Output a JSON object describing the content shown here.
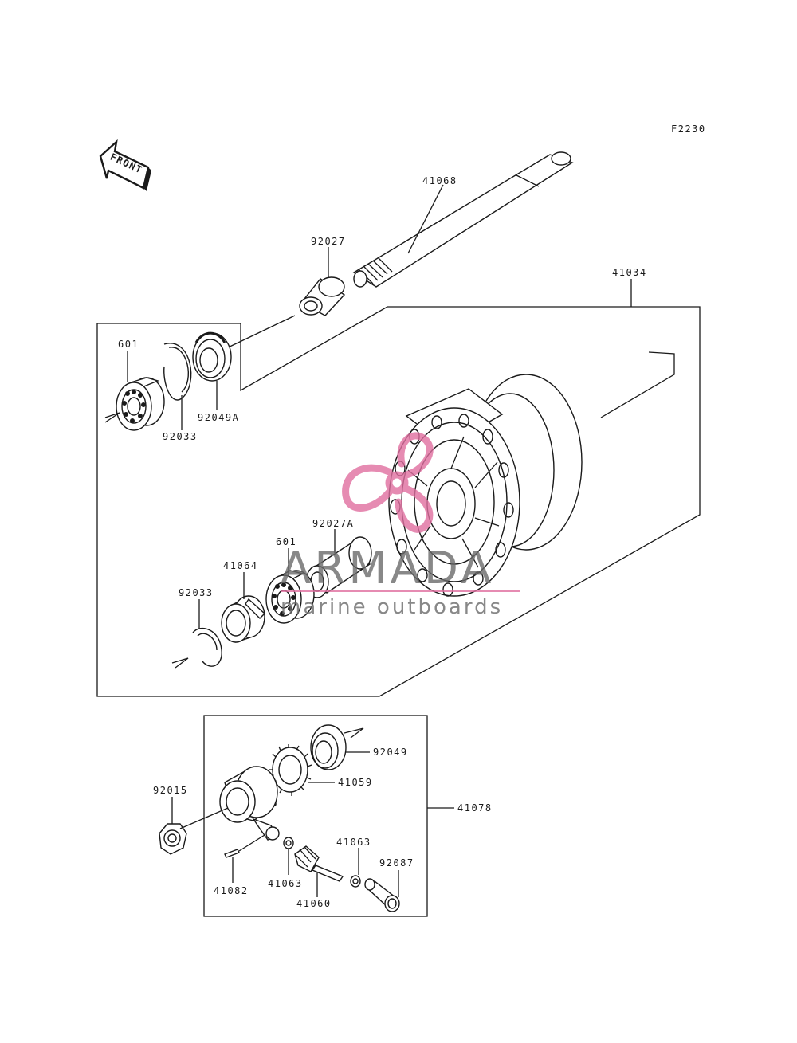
{
  "figure_code": "F2230",
  "front_label": "FRONT",
  "watermark": {
    "brand": "ARMADA",
    "tagline": "marine outboards",
    "accent_color": "#e06fa0"
  },
  "parts": {
    "axle": "41068",
    "collar_upper": "92027",
    "hub": "41034",
    "bearing_left": "601",
    "snap_ring_left": "92033",
    "oil_seal_left": "92049A",
    "collar_lower": "92027A",
    "bearing_right": "601",
    "coupling": "41064",
    "snap_ring_right": "92033",
    "oil_seal_speedo": "92049",
    "speedo_gear": "41059",
    "speedo_assy": "41078",
    "axle_nut": "92015",
    "washer_upper": "41063",
    "washer_lower": "41063",
    "pin": "41082",
    "speedo_pinion": "41060",
    "bushing": "92087"
  }
}
